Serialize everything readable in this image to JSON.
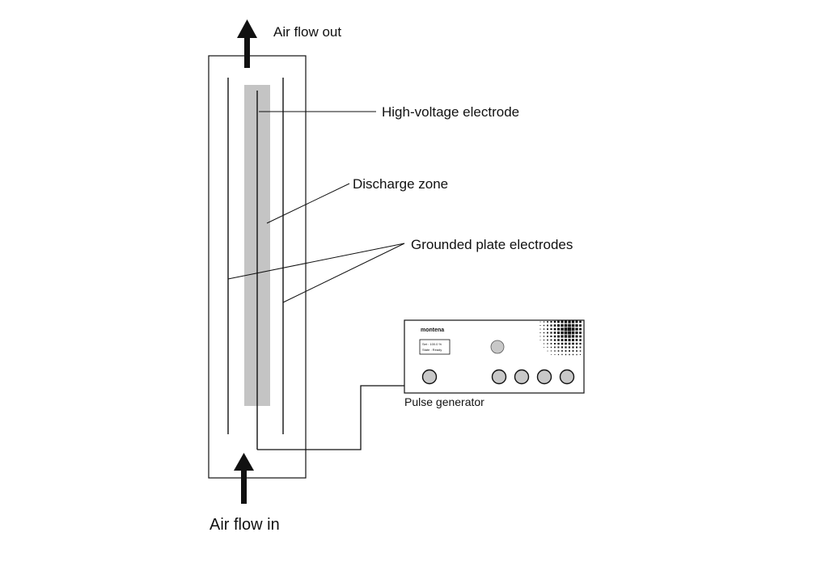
{
  "labels": {
    "air_flow_out": "Air flow out",
    "air_flow_in": "Air flow in",
    "hv_electrode": "High-voltage electrode",
    "discharge_zone": "Discharge zone",
    "grounded_electrodes": "Grounded plate electrodes",
    "pulse_generator": "Pulse generator"
  },
  "device": {
    "brand": "montena",
    "display_line1": "Set :   100.0 %",
    "display_line2": "State : Ready"
  },
  "colors": {
    "stroke": "#111111",
    "discharge_zone_fill": "#c4c4c4",
    "knob_fill": "#c8c8c8",
    "background": "#ffffff"
  }
}
